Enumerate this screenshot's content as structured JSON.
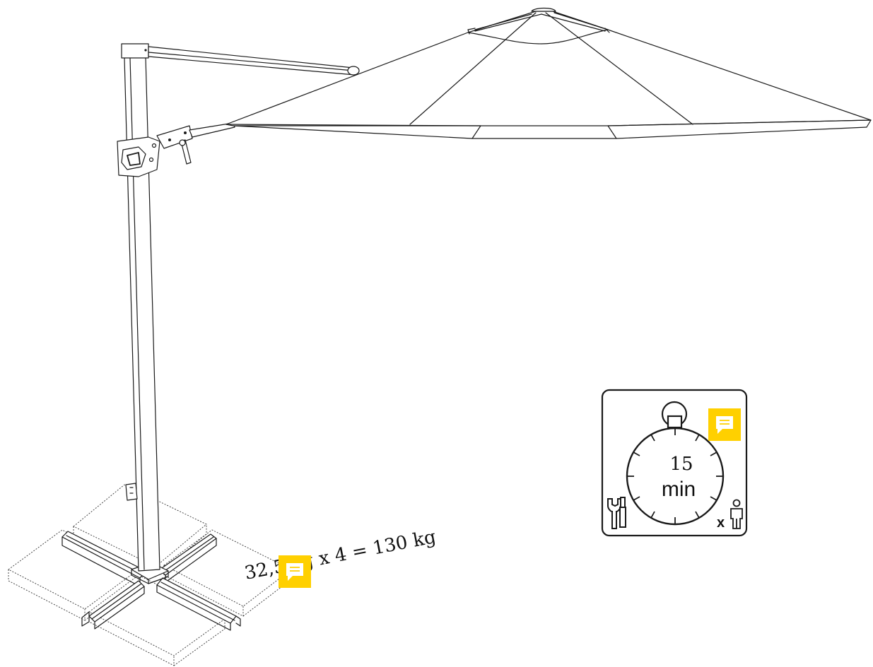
{
  "weight_label": {
    "text": "32,5 kg x 4 = 130 kg"
  },
  "assembly_timer": {
    "duration_value": "15",
    "duration_unit": "min",
    "persons_multiplier": "x"
  },
  "annotation_color": "#FFD000",
  "icons": {
    "note": "comment-note-icon",
    "tools": "tools-icon",
    "person": "person-icon",
    "stopwatch": "stopwatch-icon"
  }
}
